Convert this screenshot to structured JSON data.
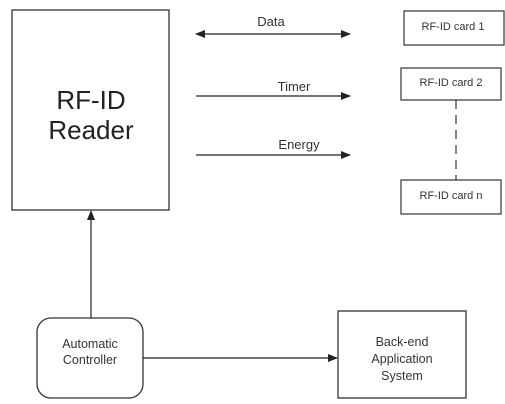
{
  "reader": {
    "line1": "RF-ID",
    "line2": "Reader"
  },
  "links": {
    "data": "Data",
    "timer": "Timer",
    "energy": "Energy"
  },
  "cards": {
    "card1": "RF-ID card 1",
    "card2": "RF-ID card 2",
    "cardn": "RF-ID card n"
  },
  "controller": {
    "line1": "Automatic",
    "line2": "Controller"
  },
  "backend": {
    "line1": "Back-end",
    "line2": "Application",
    "line3": "System"
  }
}
